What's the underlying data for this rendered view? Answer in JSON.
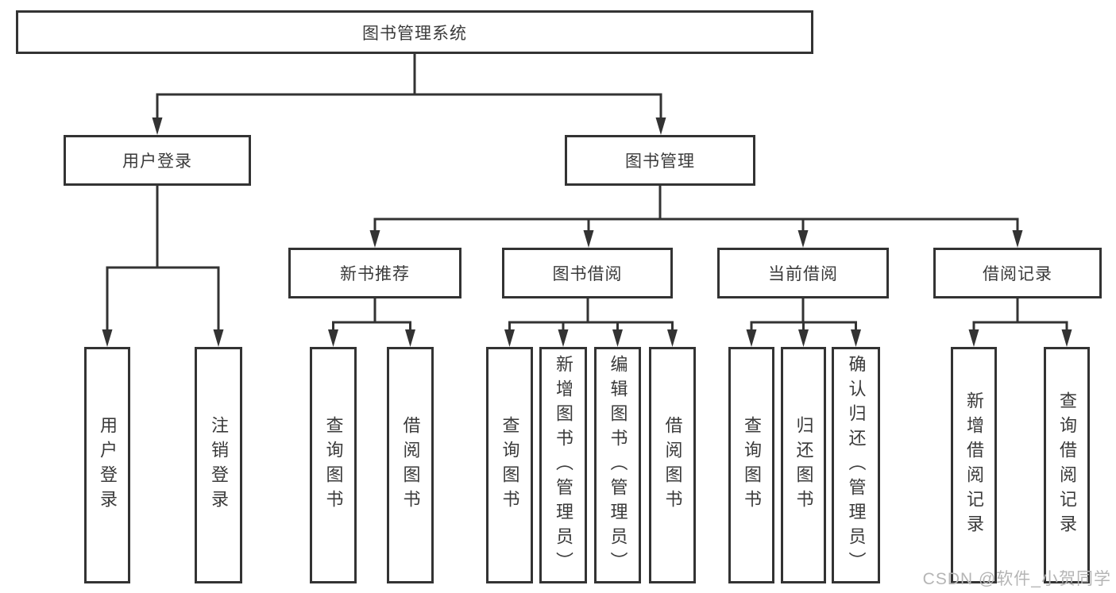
{
  "colors": {
    "line": "#333333",
    "box_border": "#333333",
    "text": "#3a3a3a",
    "background": "#ffffff",
    "watermark": "#b5b5b5"
  },
  "watermark": {
    "text": "CSDN @软件_小贺同学"
  },
  "diagram": {
    "root": {
      "label": "图书管理系统"
    },
    "branches": [
      {
        "label": "用户登录",
        "children": [
          {
            "label": "用户登录"
          },
          {
            "label": "注销登录"
          }
        ]
      },
      {
        "label": "图书管理",
        "children": [
          {
            "label": "新书推荐",
            "children": [
              {
                "label": "查询图书"
              },
              {
                "label": "借阅图书"
              }
            ]
          },
          {
            "label": "图书借阅",
            "children": [
              {
                "label": "查询图书"
              },
              {
                "label": "新增图书（管理员）"
              },
              {
                "label": "编辑图书（管理员）"
              },
              {
                "label": "借阅图书"
              }
            ]
          },
          {
            "label": "当前借阅",
            "children": [
              {
                "label": "查询图书"
              },
              {
                "label": "归还图书"
              },
              {
                "label": "确认归还（管理员）"
              }
            ]
          },
          {
            "label": "借阅记录",
            "children": [
              {
                "label": "新增借阅记录"
              },
              {
                "label": "查询借阅记录"
              }
            ]
          }
        ]
      }
    ]
  }
}
